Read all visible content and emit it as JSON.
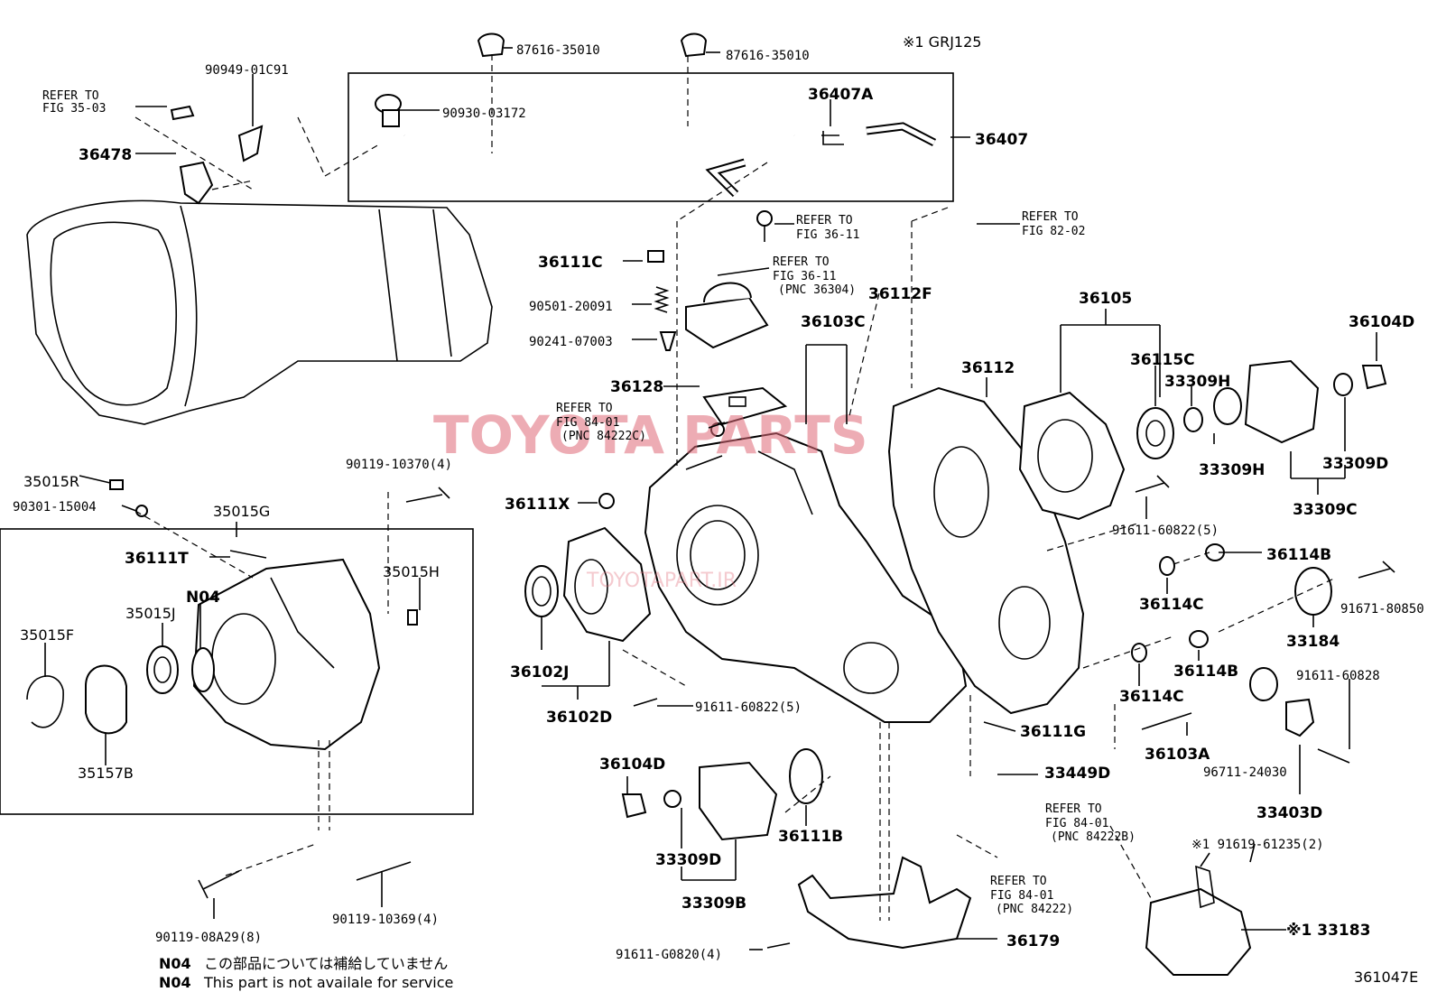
{
  "diagram_id": "361047E",
  "note_grj": "※1 GRJ125",
  "watermark": "TOYOTA PARTS",
  "watermark_sub": "TOYOTAPART.IR",
  "refer": {
    "r3503": [
      "REFER TO",
      "FIG 35-03"
    ],
    "r3611a": [
      "REFER TO",
      "FIG 36-11"
    ],
    "r3611b": [
      "REFER TO",
      "FIG 36-11",
      "(PNC 36304)"
    ],
    "r8202": [
      "REFER TO",
      "FIG 82-02"
    ],
    "r8401a": [
      "REFER TO",
      "FIG 84-01",
      "(PNC 84222C)"
    ],
    "r8401b": [
      "REFER TO",
      "FIG 84-01",
      "(PNC 84222B)"
    ],
    "r8401c": [
      "REFER TO",
      "FIG 84-01",
      "(PNC 84222)"
    ]
  },
  "parts": {
    "p1": "87616-35010",
    "p2": "87616-35010",
    "p3": "90949-01C91",
    "p4": "90930-03172",
    "p5": "36407A",
    "p6": "36407",
    "p7": "36478",
    "p8": "36111C",
    "p9": "90501-20091",
    "p10": "90241-07003",
    "p11": "36112F",
    "p12": "36103C",
    "p13": "36105",
    "p14": "36104D",
    "p15": "36128",
    "p16": "36112",
    "p17": "36115C",
    "p18": "33309H",
    "p19": "33309H",
    "p20": "33309D",
    "p21": "33309C",
    "p22": "90119-10370(4)",
    "p23": "35015R",
    "p24": "90301-15004",
    "p25": "35015G",
    "p26": "36111X",
    "p27": "91611-60822(5)",
    "p28": "36111T",
    "p29": "35015H",
    "p30": "N04",
    "p31": "35015J",
    "p32": "35015F",
    "p33": "35157B",
    "p34": "36114B",
    "p35": "36114C",
    "p36": "91671-80850",
    "p37": "33184",
    "p38": "36102J",
    "p39": "36102D",
    "p40": "91611-60822(5)",
    "p41": "36114B",
    "p42": "36114C",
    "p43": "91611-60828",
    "p44": "36111G",
    "p45": "36103A",
    "p46": "96711-24030",
    "p47": "36104D",
    "p48": "33449D",
    "p49": "33403D",
    "p50": "33309D",
    "p51": "36111B",
    "p52": "33309B",
    "p53": "※1 91619-61235(2)",
    "p54": "90119-08A29(8)",
    "p55": "90119-10369(4)",
    "p56": "91611-G0820(4)",
    "p57": "36179",
    "p58": "※1 33183"
  },
  "notes": [
    {
      "code": "N04",
      "text": "この部品については補給していません"
    },
    {
      "code": "N04",
      "text": "This part is not availale for service"
    }
  ]
}
